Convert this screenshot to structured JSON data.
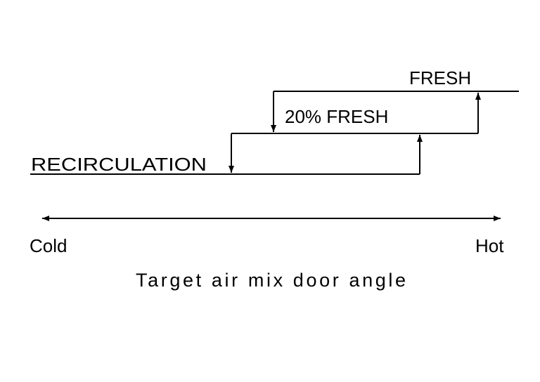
{
  "diagram": {
    "modes": {
      "fresh": "FRESH",
      "fresh20": "20% FRESH",
      "recirculation": "RECIRCULATION"
    },
    "axis": {
      "left_label": "Cold",
      "right_label": "Hot",
      "title": "Target air mix door angle"
    },
    "colors": {
      "line": "#000000",
      "background": "#ffffff"
    }
  }
}
